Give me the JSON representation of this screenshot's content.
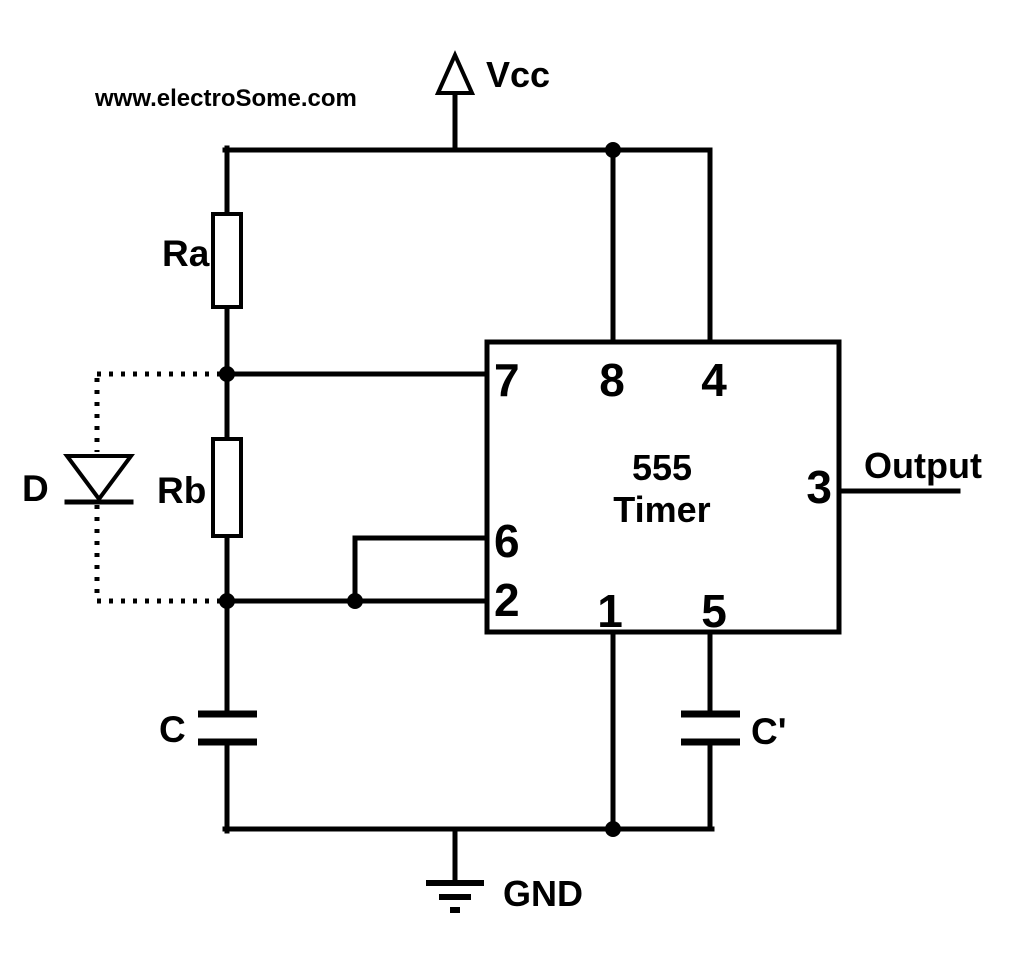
{
  "watermark": "www.electroSome.com",
  "nets": {
    "vcc": "Vcc",
    "gnd": "GND",
    "output": "Output"
  },
  "components": {
    "ra": "Ra",
    "rb": "Rb",
    "c": "C",
    "c_prime": "C'",
    "d": "D"
  },
  "ic": {
    "line1": "555",
    "line2": "Timer",
    "pin1": "1",
    "pin2": "2",
    "pin3": "3",
    "pin4": "4",
    "pin5": "5",
    "pin6": "6",
    "pin7": "7",
    "pin8": "8"
  },
  "colors": {
    "wire": "#000000",
    "component_label": "#e8191d",
    "net_label": "#4347c2",
    "ic_label": "#a0519f"
  }
}
